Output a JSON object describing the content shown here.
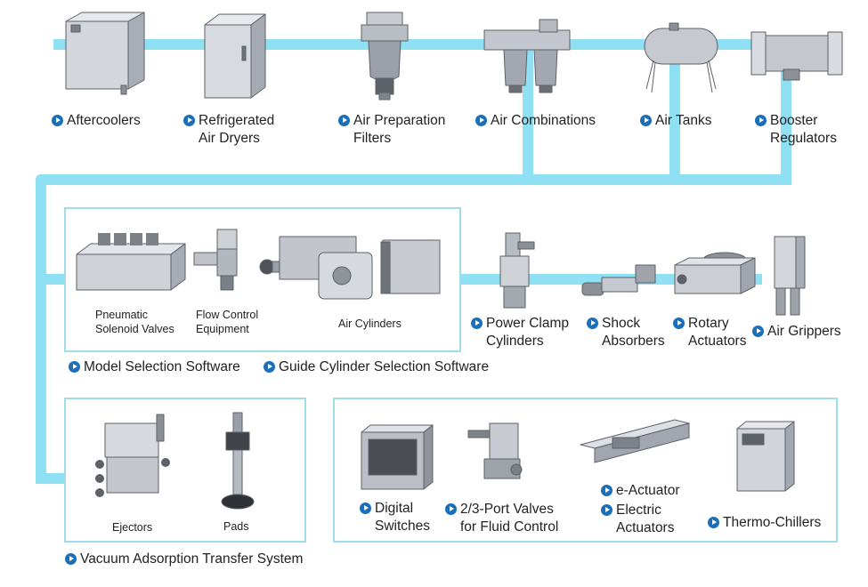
{
  "colors": {
    "pipe": "#8fe0f2",
    "box_border": "#9fdcec",
    "bullet": "#1a6fb8",
    "metal": "#c9ccd2",
    "metal_dark": "#6d7279"
  },
  "top_row": [
    {
      "label": "Aftercoolers",
      "icon": "aftercooler-icon"
    },
    {
      "label": "Refrigerated\nAir Dryers",
      "icon": "air-dryer-icon"
    },
    {
      "label": "Air Preparation\nFilters",
      "icon": "air-filter-icon"
    },
    {
      "label": "Air Combinations",
      "icon": "air-combination-icon"
    },
    {
      "label": "Air Tanks",
      "icon": "air-tank-icon"
    },
    {
      "label": "Booster\nRegulators",
      "icon": "booster-regulator-icon"
    }
  ],
  "actuator_box": {
    "captions": {
      "valves": "Pneumatic\nSolenoid Valves",
      "flow": "Flow Control\nEquipment",
      "cylinders": "Air Cylinders"
    },
    "links": [
      "Model Selection Software",
      "Guide Cylinder Selection Software"
    ]
  },
  "middle_row": [
    {
      "label": "Power Clamp\nCylinders",
      "icon": "power-clamp-icon"
    },
    {
      "label": "Shock\nAbsorbers",
      "icon": "shock-absorber-icon"
    },
    {
      "label": "Rotary\nActuators",
      "icon": "rotary-actuator-icon"
    },
    {
      "label": "Air Grippers",
      "icon": "air-gripper-icon"
    }
  ],
  "vacuum_box": {
    "captions": {
      "ejectors": "Ejectors",
      "pads": "Pads"
    },
    "link": "Vacuum Adsorption Transfer System"
  },
  "other_box": {
    "links": [
      "Digital\nSwitches",
      "2/3-Port Valves\nfor Fluid Control",
      "e-Actuator",
      "Electric\nActuators",
      "Thermo-Chillers"
    ]
  }
}
